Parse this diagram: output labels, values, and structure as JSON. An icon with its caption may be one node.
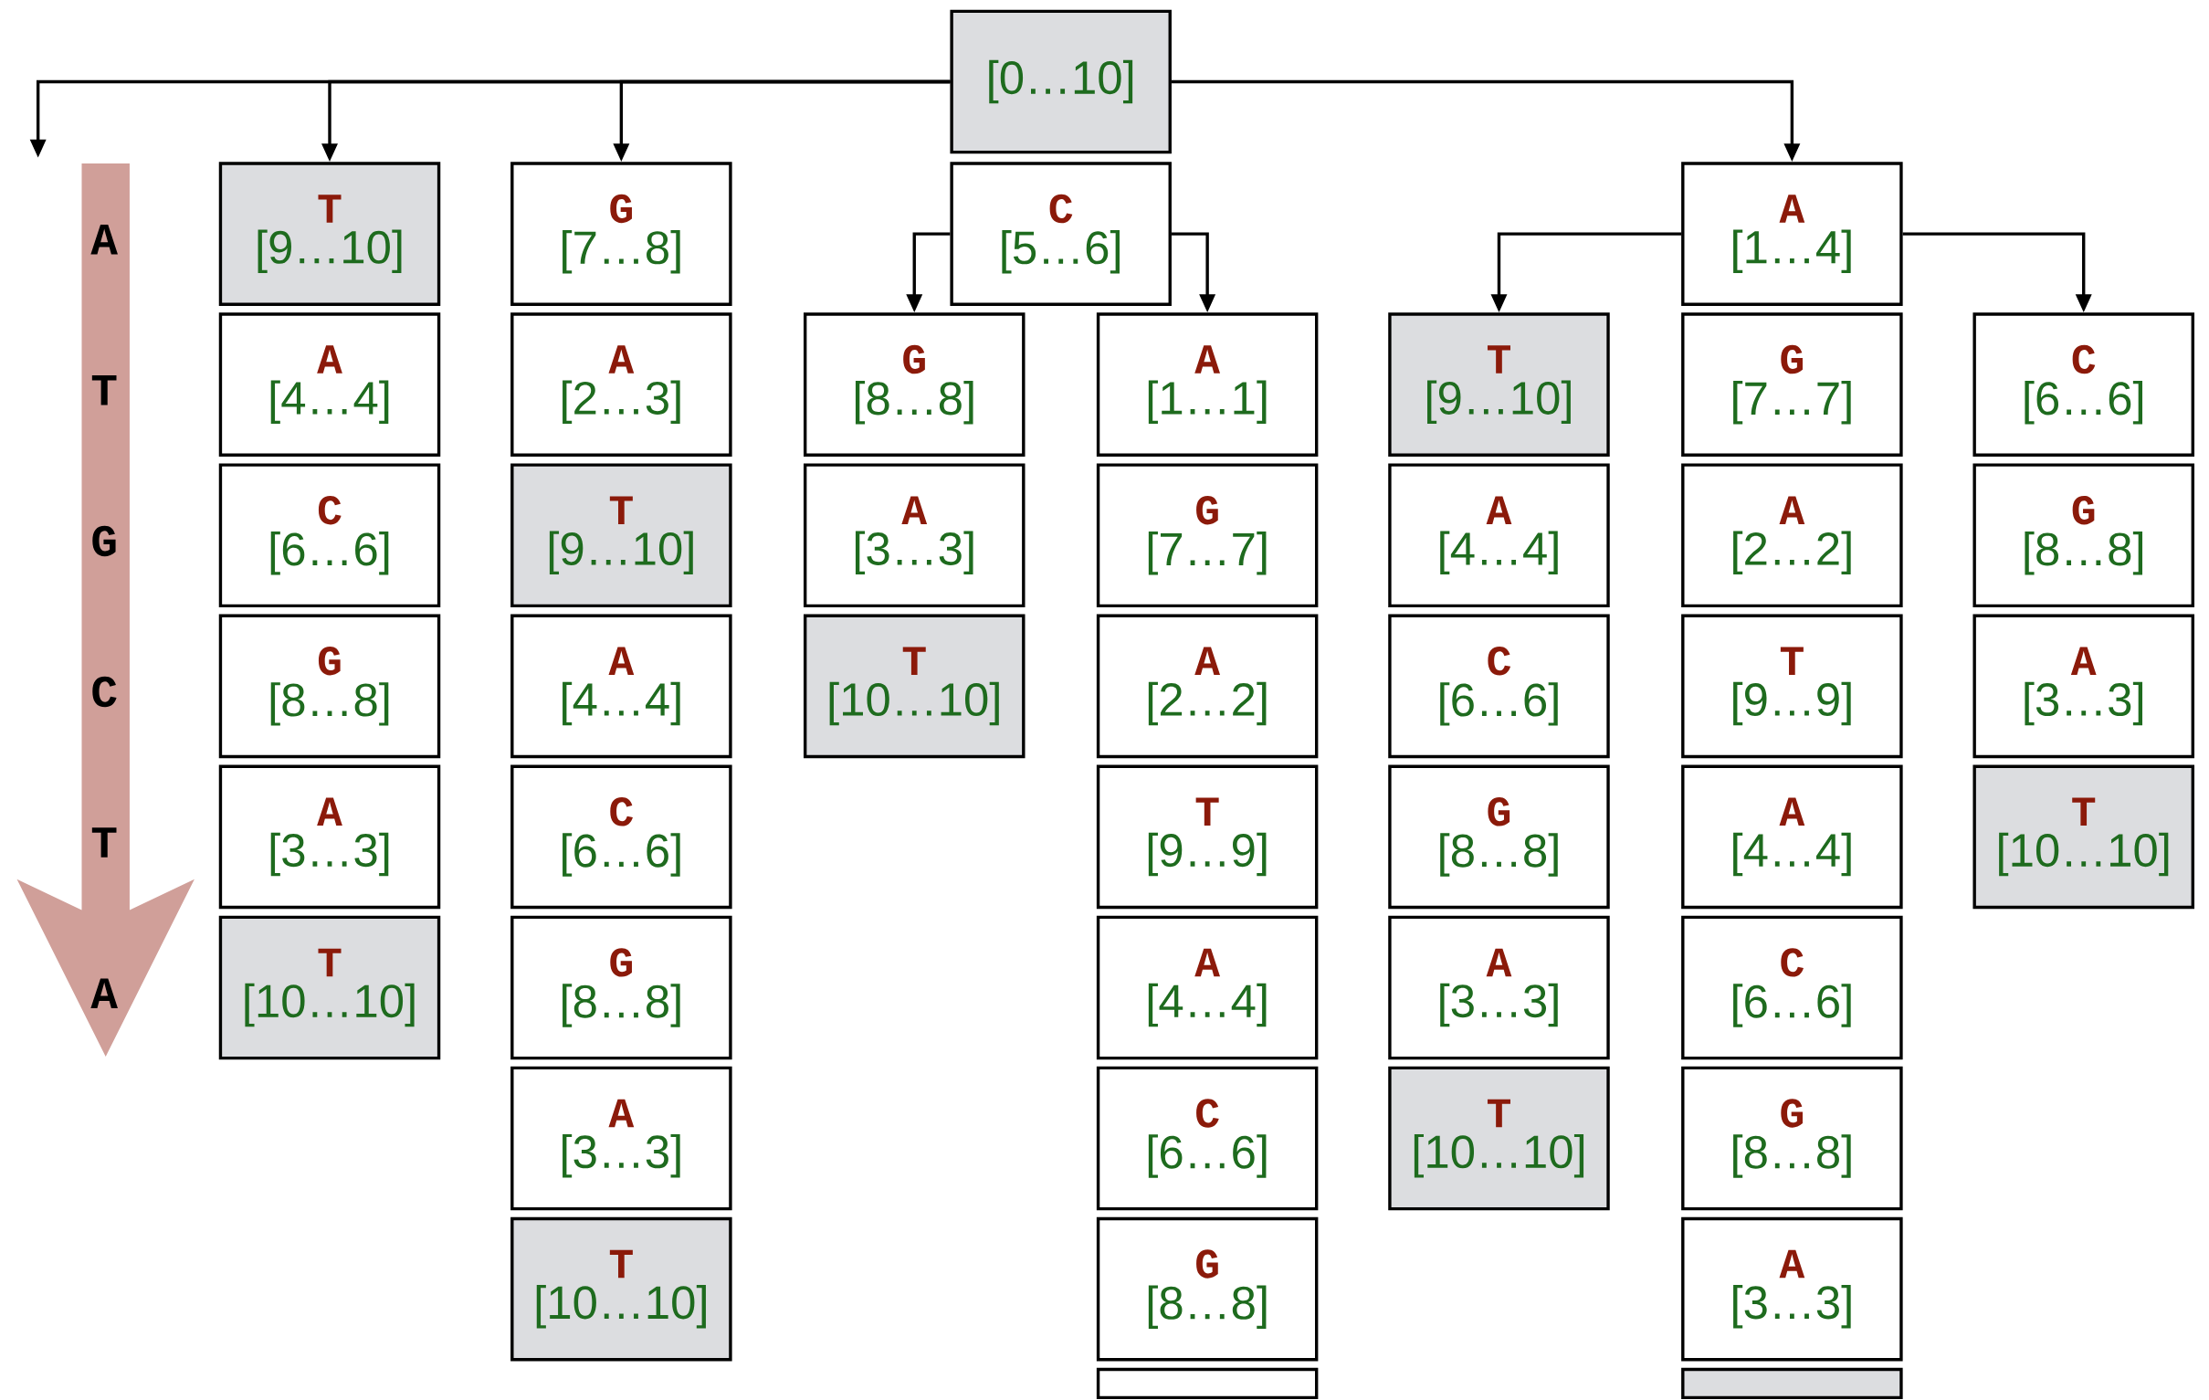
{
  "diagram": {
    "nodes": [
      {
        "text": [
          "[0…10]"
        ]
      },
      {
        "text": [
          "T",
          "[9…10]"
        ]
      },
      {
        "text": [
          "A",
          "[4…4]"
        ]
      },
      {
        "text": [
          "C",
          "[6…6]"
        ]
      },
      {
        "text": [
          "G",
          "[8…8]"
        ]
      },
      {
        "text": [
          "A",
          "[3…3]"
        ]
      },
      {
        "text": [
          "T",
          "[10…10]"
        ]
      },
      {
        "text": [
          "G",
          "[7…8]"
        ]
      },
      {
        "text": [
          "A",
          "[2…3]"
        ]
      },
      {
        "text": [
          "T",
          "[9…10]"
        ]
      },
      {
        "text": [
          "A",
          "[4…4]"
        ]
      },
      {
        "text": [
          "C",
          "[6…6]"
        ]
      },
      {
        "text": [
          "G",
          "[8…8]"
        ]
      },
      {
        "text": [
          "A",
          "[3…3]"
        ]
      },
      {
        "text": [
          "T",
          "[10…10]"
        ]
      },
      {
        "text": [
          "C",
          "[5…6]"
        ]
      },
      {
        "text": [
          "G",
          "[8…8]"
        ]
      },
      {
        "text": [
          "A",
          "[3…3]"
        ]
      },
      {
        "text": [
          "T",
          "[10…10]"
        ]
      },
      {
        "text": [
          "A",
          "[1…1]"
        ]
      },
      {
        "text": [
          "G",
          "[7…7]"
        ]
      },
      {
        "text": [
          "A",
          "[2…2]"
        ]
      },
      {
        "text": [
          "T",
          "[9…9]"
        ]
      },
      {
        "text": [
          "A",
          "[4…4]"
        ]
      },
      {
        "text": [
          "C",
          "[6…6]"
        ]
      },
      {
        "text": [
          "G",
          "[8…8]"
        ]
      },
      {
        "text": [],
        "shape": "box"
      },
      {
        "text": [
          "T",
          "[9…10]"
        ]
      },
      {
        "text": [
          "A",
          "[4…4]"
        ]
      },
      {
        "text": [
          "C",
          "[6…6]"
        ]
      },
      {
        "text": [
          "G",
          "[8…8]"
        ]
      },
      {
        "text": [
          "A",
          "[3…3]"
        ]
      },
      {
        "text": [
          "T",
          "[10…10]"
        ]
      },
      {
        "text": [
          "A",
          "[1…4]"
        ]
      },
      {
        "text": [
          "G",
          "[7…7]"
        ]
      },
      {
        "text": [
          "A",
          "[2…2]"
        ]
      },
      {
        "text": [
          "T",
          "[9…9]"
        ]
      },
      {
        "text": [
          "A",
          "[4…4]"
        ]
      },
      {
        "text": [
          "C",
          "[6…6]"
        ]
      },
      {
        "text": [
          "G",
          "[8…8]"
        ]
      },
      {
        "text": [
          "A",
          "[3…3]"
        ]
      },
      {
        "text": [],
        "shape": "box"
      },
      {
        "text": [
          "C",
          "[6…6]"
        ]
      },
      {
        "text": [
          "G",
          "[8…8]"
        ]
      },
      {
        "text": [
          "A",
          "[3…3]"
        ]
      },
      {
        "text": [
          "T",
          "[10…10]"
        ]
      }
    ],
    "edges": [
      {
        "from": 0,
        "to": null,
        "arrow": "to"
      },
      {
        "from": 0,
        "to": 1,
        "arrow": "to"
      },
      {
        "from": 0,
        "to": 7,
        "arrow": "to"
      },
      {
        "from": 0,
        "to": 33,
        "arrow": "to"
      },
      {
        "from": 15,
        "to": 16,
        "arrow": "to"
      },
      {
        "from": 15,
        "to": 19,
        "arrow": "to"
      },
      {
        "from": 33,
        "to": 27,
        "arrow": "to"
      },
      {
        "from": 33,
        "to": 42,
        "arrow": "to"
      }
    ],
    "labels": [
      "A",
      "T",
      "G",
      "C",
      "T",
      "A"
    ]
  }
}
